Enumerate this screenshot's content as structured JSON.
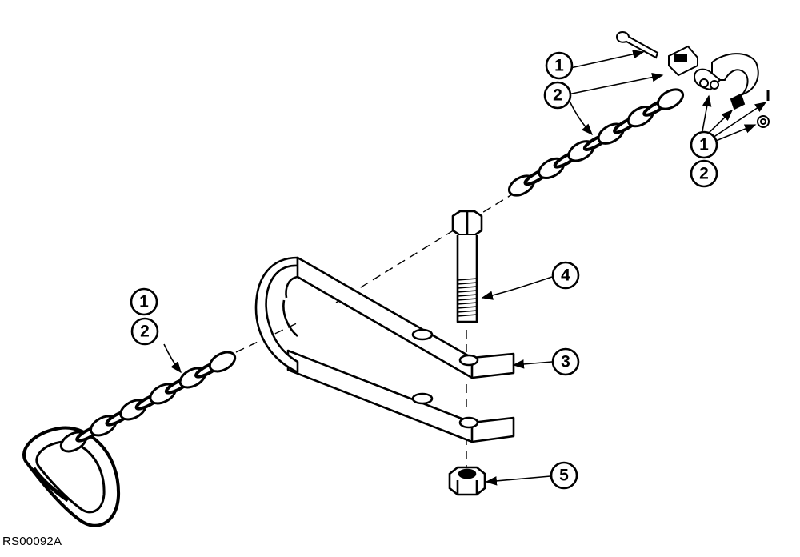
{
  "figure": {
    "code": "RS00092A"
  },
  "callouts": {
    "c1a": "1",
    "c2a": "2",
    "c1b": "1",
    "c2b": "2",
    "c1c": "1",
    "c2c": "2",
    "c3": "3",
    "c4": "4",
    "c5": "5"
  },
  "parts": [
    {
      "id": "1",
      "name": "chain-assembly"
    },
    {
      "id": "2",
      "name": "chain-assembly-alt"
    },
    {
      "id": "3",
      "name": "bracket"
    },
    {
      "id": "4",
      "name": "bolt"
    },
    {
      "id": "5",
      "name": "nut"
    }
  ],
  "colors": {
    "ink": "#000000",
    "paper": "#ffffff"
  }
}
